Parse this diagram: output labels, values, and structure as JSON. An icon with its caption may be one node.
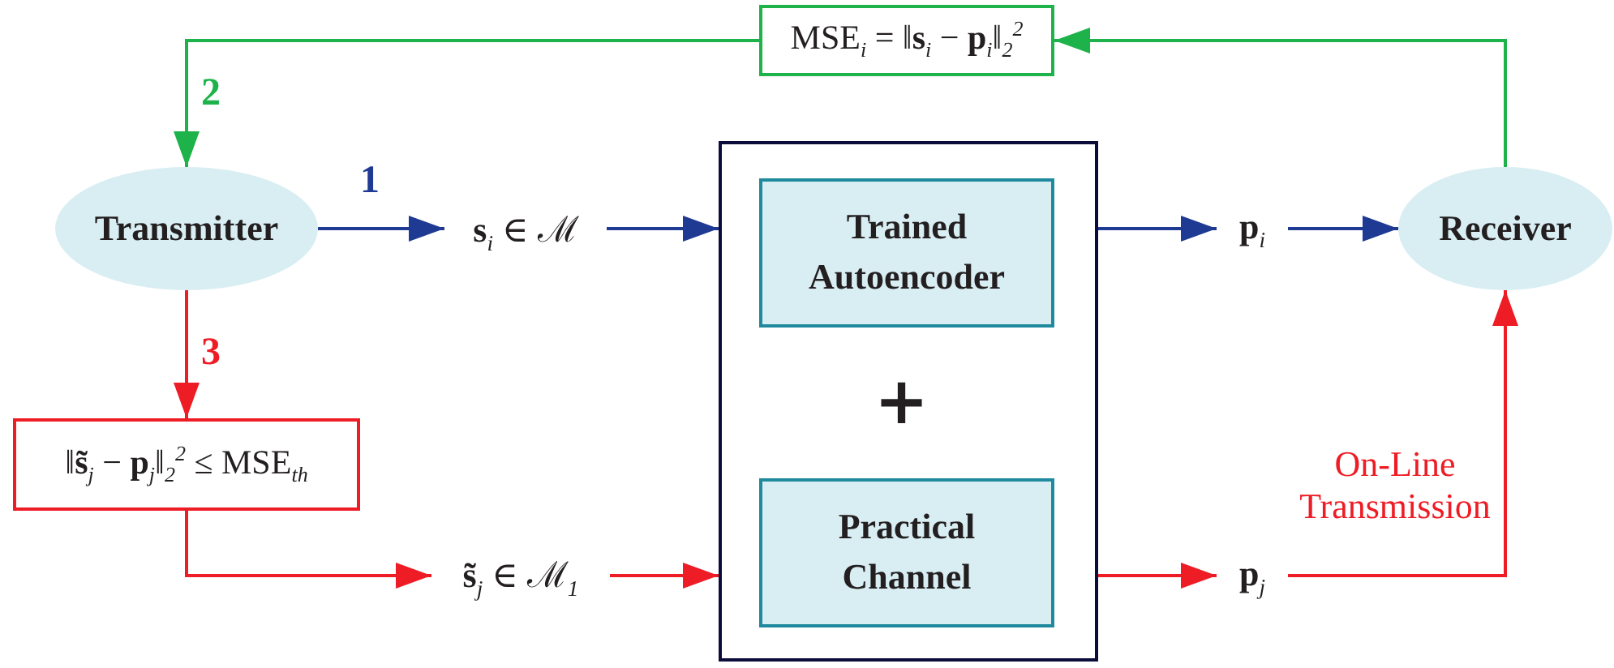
{
  "diagram": {
    "nodes": [
      {
        "text": [
          "Transmitter"
        ]
      },
      {
        "text": [
          "**s**$_{i}$ ∈ ℳ"
        ]
      },
      {
        "text": [],
        "shape": "box"
      },
      {
        "text": [
          "Trained Autoencoder"
        ],
        "in": 2
      },
      {
        "text": [
          "Practical Channel"
        ],
        "in": 2
      },
      {
        "text": [
          "**p**$_{i}$"
        ]
      },
      {
        "text": [
          "Receiver"
        ]
      },
      {
        "text": [
          "MSE$_{i}$ = ‖**s**$_{i}$ − **p**$_{i}$‖$_{2}$$^{2}$"
        ]
      },
      {
        "text": [
          "‖**s̃**$_{j}$ − **p**$_{j}$‖$_{2}$$^{2}$ ≤ MSE$_{th}$"
        ]
      },
      {
        "text": [
          "**s̃**$_{j}$ ∈ ℳ$_{1}$"
        ]
      },
      {
        "text": [
          "**p**$_{j}$"
        ]
      }
    ],
    "edges": [
      {
        "from": 0,
        "to": 1,
        "arrow": "to",
        "label": "1",
        "color": "#1f3a93"
      },
      {
        "from": 1,
        "to": 2,
        "arrow": "to",
        "color": "#1f3a93"
      },
      {
        "from": 2,
        "to": 5,
        "arrow": "to",
        "color": "#1f3a93"
      },
      {
        "from": 5,
        "to": 6,
        "arrow": "to",
        "color": "#1f3a93"
      },
      {
        "from": 6,
        "to": 7,
        "arrow": "to",
        "color": "#1db34a"
      },
      {
        "from": 7,
        "to": 0,
        "arrow": "to",
        "label": "2",
        "color": "#1db34a"
      },
      {
        "from": 0,
        "to": 8,
        "arrow": "to",
        "label": "3"
      },
      {
        "from": 8,
        "to": 9,
        "arrow": "to"
      },
      {
        "from": 9,
        "to": 2,
        "arrow": "to"
      },
      {
        "from": 2,
        "to": 10,
        "arrow": "to"
      },
      {
        "from": 10,
        "to": 6,
        "arrow": "to",
        "label": "On-Line Transmission"
      }
    ],
    "labels": [
      "+"
    ]
  }
}
